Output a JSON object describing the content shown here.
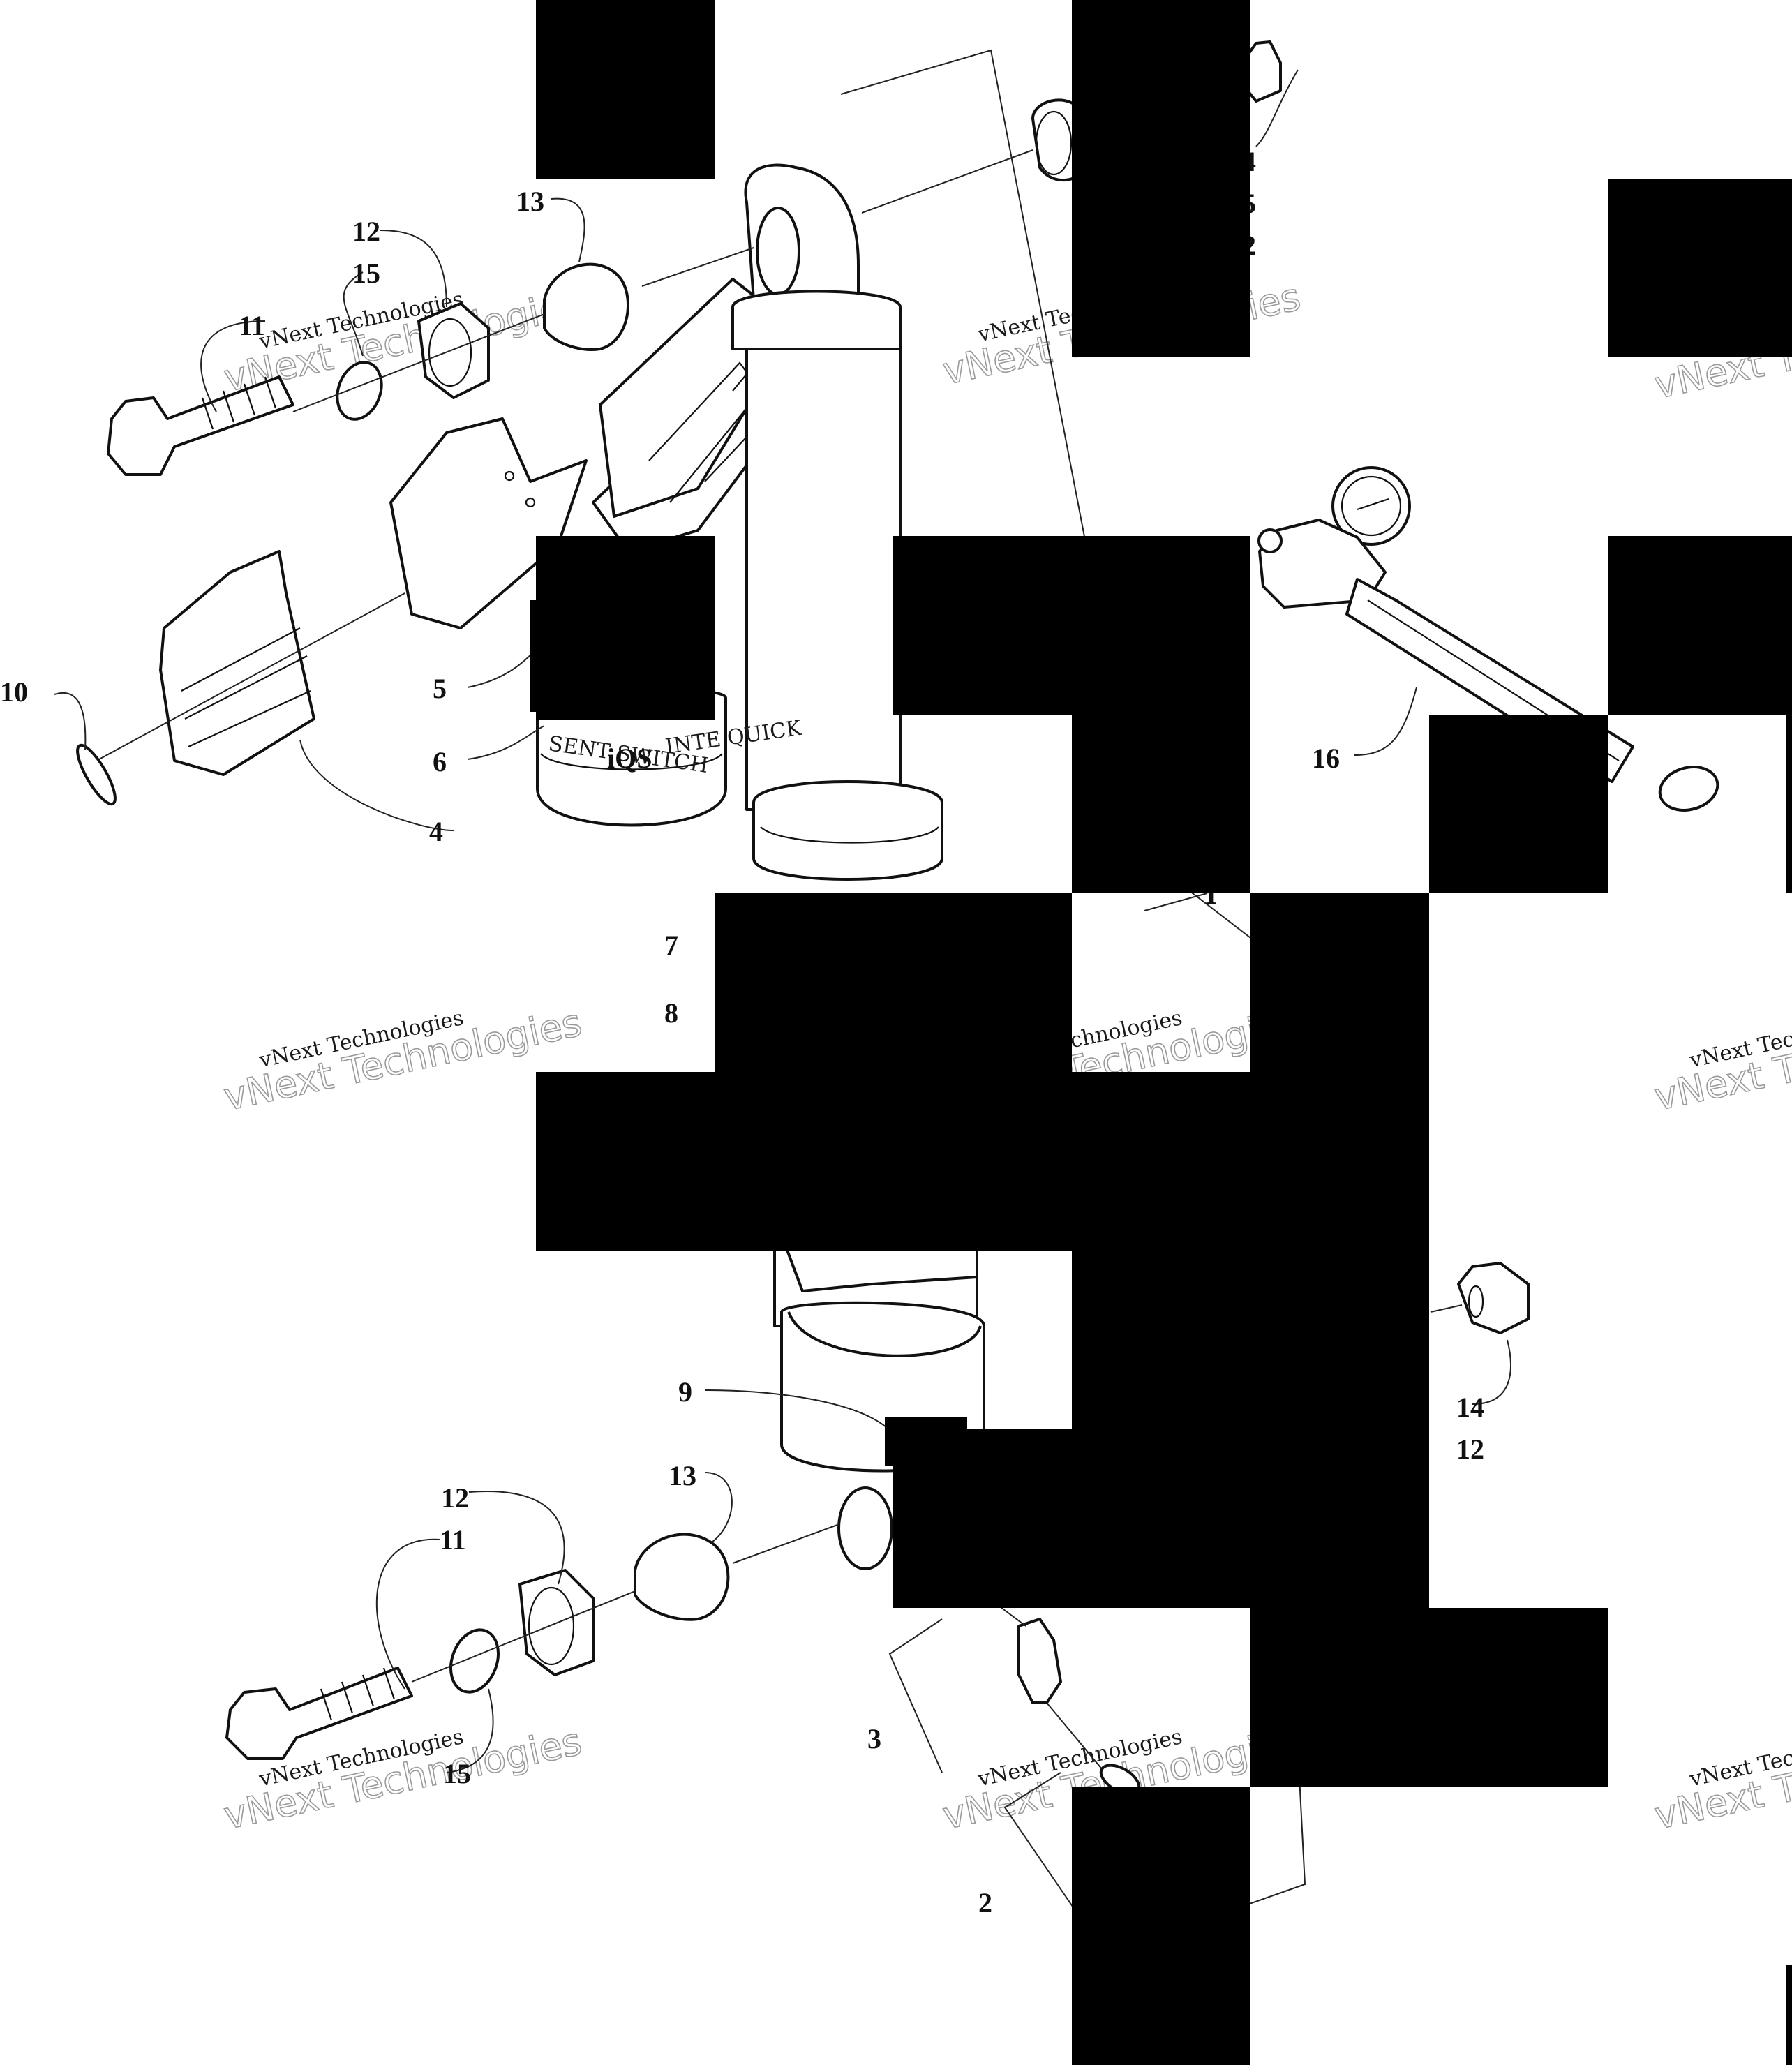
{
  "diagram": {
    "callouts": [
      "1",
      "2",
      "3",
      "4",
      "5",
      "6",
      "7",
      "8",
      "9",
      "10",
      "11",
      "12",
      "13",
      "14",
      "15",
      "16"
    ],
    "watermark": {
      "line1": "vNext Technologies",
      "line2": "vNext Technologies"
    },
    "decals": {
      "iqs_left": "SENT SWITCH",
      "iqs_right": "INTE QUICK",
      "iqs_logo": "iQS"
    }
  }
}
